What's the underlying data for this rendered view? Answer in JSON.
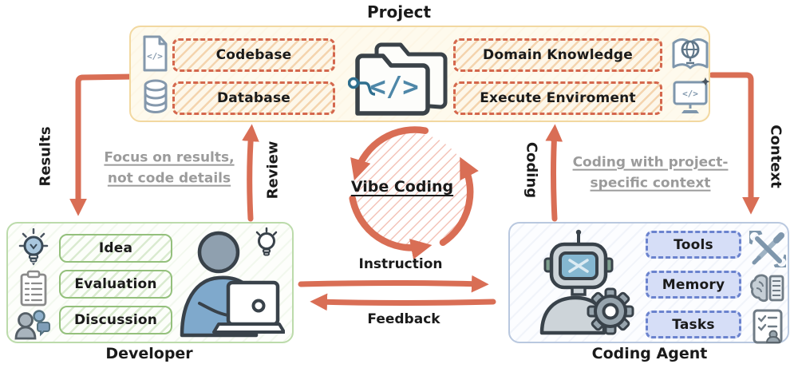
{
  "project": {
    "title": "Project",
    "left_items": [
      {
        "label": "Codebase",
        "icon": "code-file-icon"
      },
      {
        "label": "Database",
        "icon": "database-icon"
      }
    ],
    "right_items": [
      {
        "label": "Domain Knowledge",
        "icon": "book-globe-icon"
      },
      {
        "label": "Execute Enviroment",
        "icon": "monitor-code-icon"
      }
    ]
  },
  "developer": {
    "title": "Developer",
    "items": [
      {
        "label": "Idea",
        "icon": "lightbulb-icon"
      },
      {
        "label": "Evaluation",
        "icon": "clipboard-icon"
      },
      {
        "label": "Discussion",
        "icon": "discussion-icon"
      }
    ]
  },
  "agent": {
    "title": "Coding Agent",
    "items": [
      {
        "label": "Tools",
        "icon": "tools-icon"
      },
      {
        "label": "Memory",
        "icon": "brain-chip-icon"
      },
      {
        "label": "Tasks",
        "icon": "task-list-icon"
      }
    ]
  },
  "cycle": {
    "label": "Vibe Coding"
  },
  "arrows": {
    "results": "Results",
    "review": "Review",
    "coding": "Coding",
    "context": "Context",
    "instruction": "Instruction",
    "feedback": "Feedback"
  },
  "notes": {
    "developer_side": [
      "Focus on results,",
      "not code details"
    ],
    "agent_side": [
      "Coding with project-",
      "specific context"
    ]
  },
  "glyphs": {
    "code": "</>"
  },
  "colors": {
    "accent_arrow": "#D96E55",
    "project_border": "#F2D8A0",
    "project_chip_border": "#D4674D",
    "developer_border": "#BCDBAB",
    "developer_chip_border": "#94C07C",
    "agent_border": "#B9C8DF",
    "agent_chip_border": "#6B83CE",
    "agent_chip_fill": "#D6DEF7",
    "note_text": "#9B9B9B",
    "icon_steel_blue": "#7E96AC",
    "code_blue": "#4E87A8",
    "cycle_hatch": "#F0B7AB"
  }
}
